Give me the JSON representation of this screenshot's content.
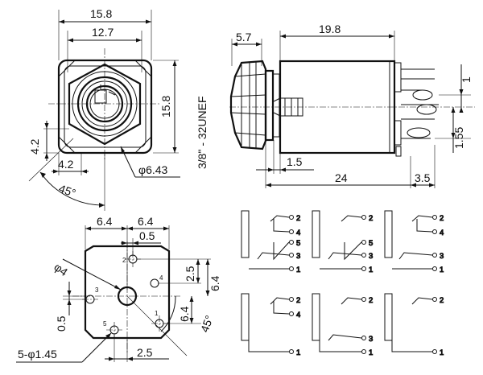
{
  "front_view": {
    "width_overall": "15.8",
    "width_inner": "12.7",
    "height": "15.8",
    "offset_v": "4.2",
    "offset_h": "4.2",
    "angle": "45°",
    "hole_dia": "φ6.43"
  },
  "side_view": {
    "nut_len": "5.7",
    "body_len": "19.8",
    "thread": "3/8\" - 32UNEF",
    "dim_1": "1",
    "dim_155": "1.55",
    "dim_15": "1.5",
    "total_len": "24",
    "tail": "3.5"
  },
  "pcb_view": {
    "left_half": "6.4",
    "right_half": "6.4",
    "small_w": "0.5",
    "pad_dia": "φ4",
    "pin_h": "2.5",
    "pin_h2": "6.4",
    "pin_h3": "6.4",
    "angle": "45°",
    "left_off": "0.5",
    "bottom": "2.5",
    "holes": "5-φ1.45",
    "pin_numbers": [
      "1",
      "2",
      "3",
      "4",
      "5"
    ]
  },
  "schematics": {
    "pin_numbers": [
      "1",
      "2",
      "3",
      "4",
      "5"
    ]
  }
}
